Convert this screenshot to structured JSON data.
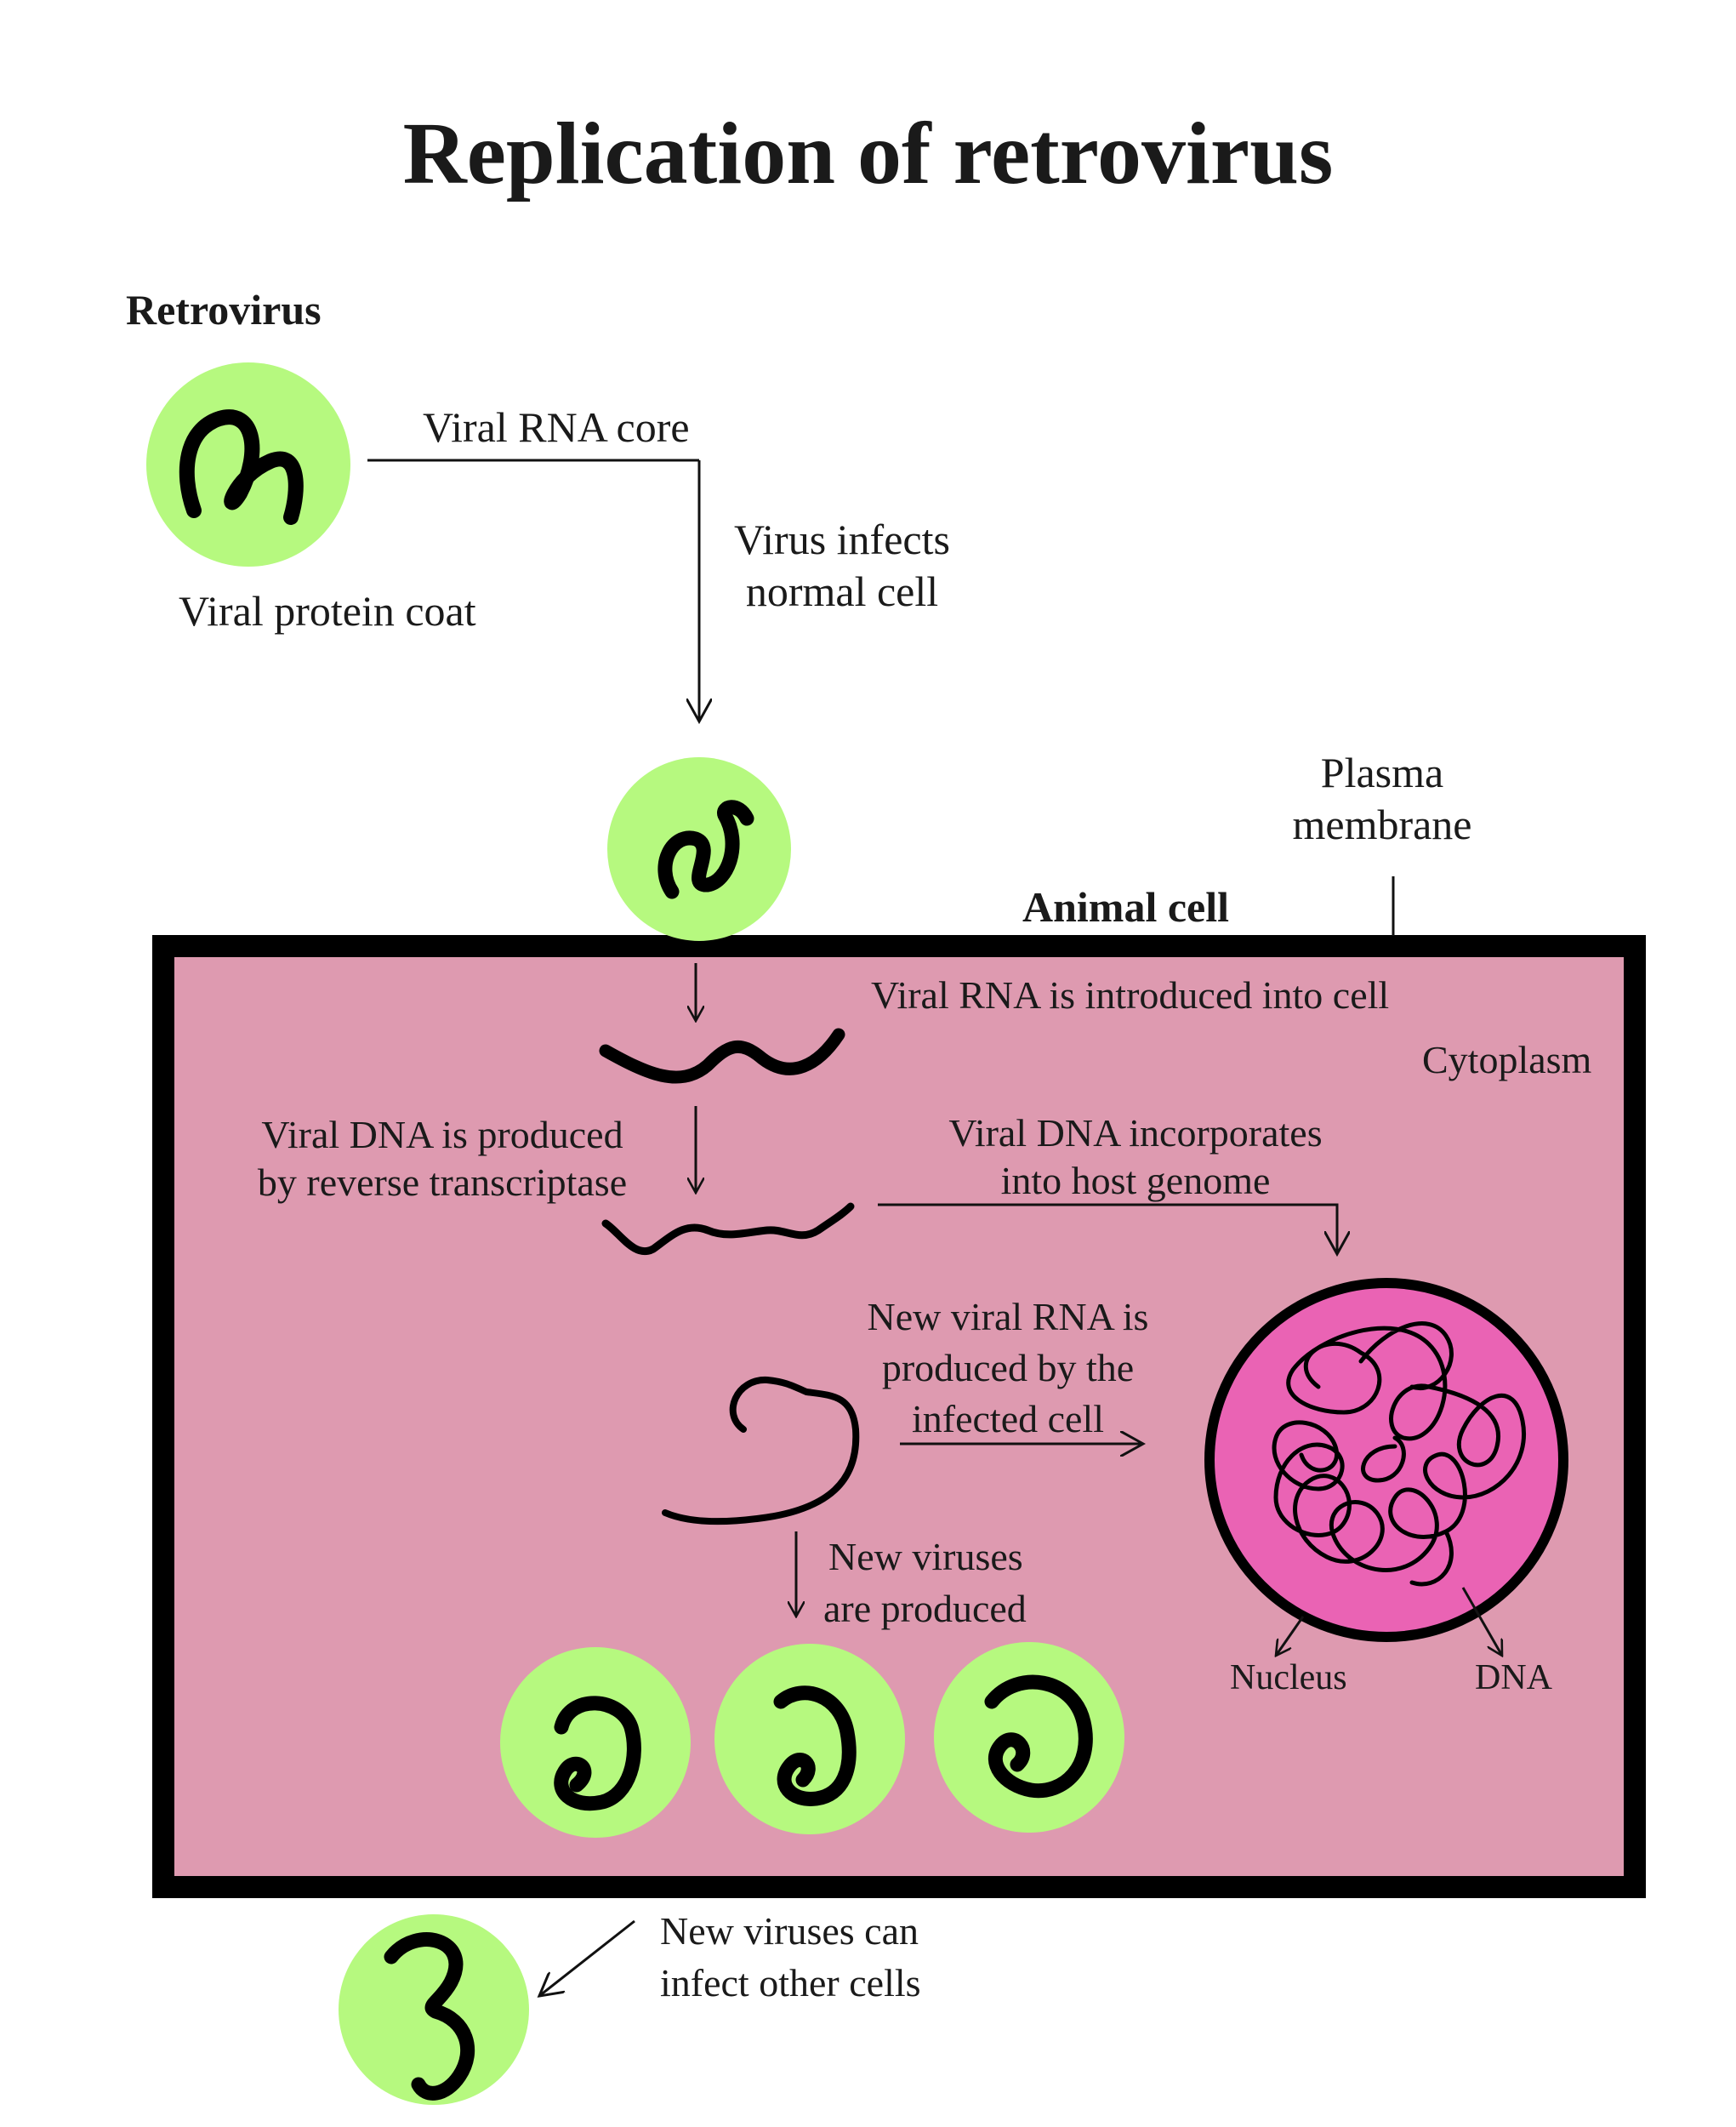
{
  "title": "Replication of retrovirus",
  "labels": {
    "retrovirus": "Retrovirus",
    "viral_rna_core": "Viral RNA core",
    "viral_protein_coat": "Viral protein coat",
    "virus_infects_1": "Virus infects",
    "virus_infects_2": "normal cell",
    "plasma_membrane_1": "Plasma",
    "plasma_membrane_2": "membrane",
    "animal_cell": "Animal cell",
    "viral_rna_introduced": "Viral RNA is introduced into cell",
    "cytoplasm": "Cytoplasm",
    "viral_dna_produced_1": "Viral DNA is produced",
    "viral_dna_produced_2": "by reverse transcriptase",
    "viral_dna_incorporates_1": "Viral DNA incorporates",
    "viral_dna_incorporates_2": "into host genome",
    "new_rna_1": "New viral RNA is",
    "new_rna_2": "produced by the",
    "new_rna_3": "infected cell",
    "new_viruses_1": "New viruses",
    "new_viruses_2": "are produced",
    "nucleus": "Nucleus",
    "dna": "DNA",
    "infect_other_1": "New viruses can",
    "infect_other_2": "infect other cells"
  },
  "colors": {
    "virus_coat": "#b6f97f",
    "cytoplasm": "#de9ab0",
    "nucleus": "#ea63b4",
    "outline": "#000000"
  }
}
